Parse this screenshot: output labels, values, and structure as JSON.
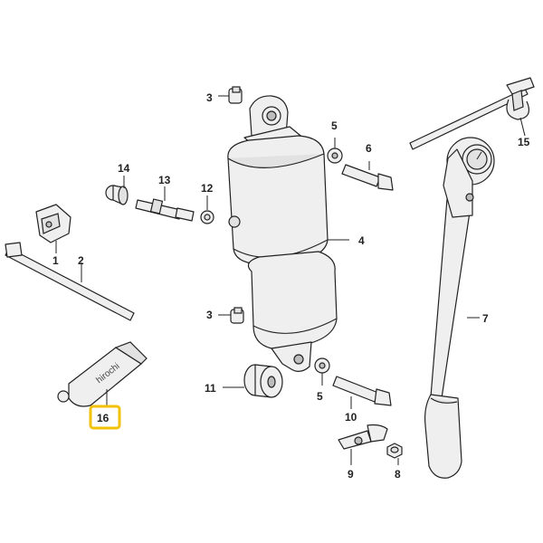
{
  "labels": {
    "p1": "1",
    "p2": "2",
    "p3a": "3",
    "p3b": "3",
    "p4": "4",
    "p5a": "5",
    "p5b": "5",
    "p6": "6",
    "p7": "7",
    "p8": "8",
    "p9": "9",
    "p10": "10",
    "p11": "11",
    "p12": "12",
    "p13": "13",
    "p14": "14",
    "p15": "15",
    "p16": "16"
  },
  "tube_text": "hirochi",
  "highlight_color": "#f2c200"
}
